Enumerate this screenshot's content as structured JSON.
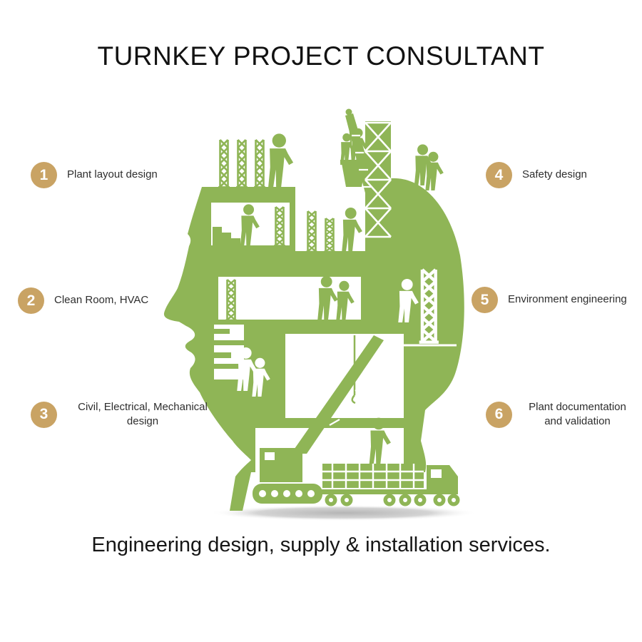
{
  "title": "TURNKEY PROJECT CONSULTANT",
  "footer": "Engineering design, supply & installation services.",
  "items": [
    {
      "number": "1",
      "label": "Plant layout design"
    },
    {
      "number": "2",
      "label": "Clean Room, HVAC"
    },
    {
      "number": "3",
      "label": "Civil, Electrical, Mechanical design"
    },
    {
      "number": "4",
      "label": "Safety design"
    },
    {
      "number": "5",
      "label": "Environment engineering"
    },
    {
      "number": "6",
      "label": "Plant documentation and validation"
    }
  ],
  "illustration": {
    "description": "Human head profile silhouette built from construction elements: scaffolding towers, workers, tower crane with hoisted bucket, crawler crane and flatbed truck carrying steel girders",
    "icons": [
      "scaffold-tower-icon",
      "construction-worker-icon",
      "tower-crane-icon",
      "hoist-bucket-icon",
      "crawler-crane-icon",
      "flatbed-truck-icon",
      "ground-shadow"
    ]
  },
  "colors": {
    "green": "#8FB556",
    "badge": "#C9A364",
    "text": "#2e2e2e",
    "shadow": "#c2c2c2"
  }
}
